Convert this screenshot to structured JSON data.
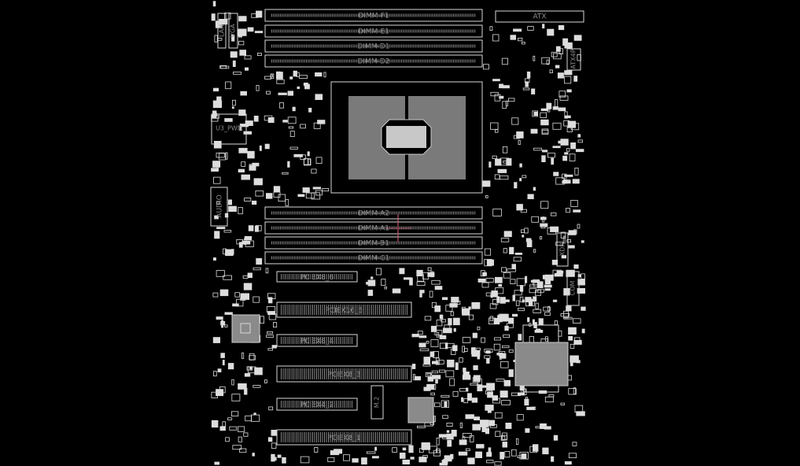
{
  "board": {
    "dimms_top": [
      "DIMM-F1",
      "DIMM-E1",
      "DIMM-D1",
      "DIMM-D2"
    ],
    "dimms_bottom": [
      "DIMM-A2",
      "DIMM-A1",
      "DIMM-B1",
      "DIMM-C1"
    ],
    "pcie": [
      "PCIEX8_6",
      "PCIEX16_5",
      "PCIEX8_4",
      "PCIEX8_3",
      "PCIEX4_2",
      "PCIEX8_1"
    ],
    "connectors": {
      "atx": "ATX",
      "lan": "LAN",
      "vga": "VGA",
      "audio": "AUDIO",
      "usb": "U3_PWD",
      "xdp": "XDP",
      "atx4": "ATX4P",
      "m2": "M.2",
      "com": "COM"
    },
    "colors": {
      "outline": "#d8d8d8",
      "pad": "#8c8c8c",
      "label": "#8a8a8a",
      "cursor": "#e0607a"
    }
  }
}
